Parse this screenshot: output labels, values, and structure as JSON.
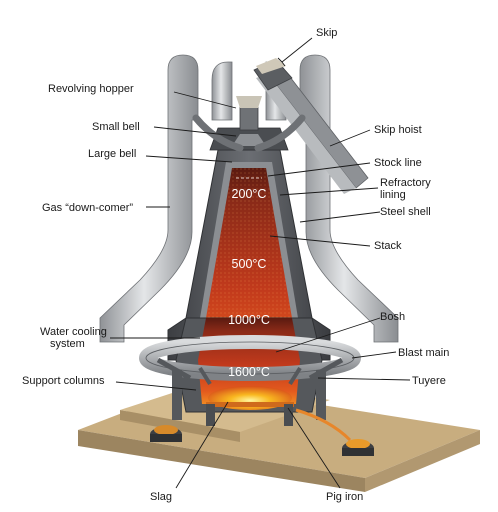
{
  "labels": {
    "skip": "Skip",
    "revolving_hopper": "Revolving hopper",
    "small_bell": "Small bell",
    "skip_hoist": "Skip hoist",
    "large_bell": "Large bell",
    "stock_line": "Stock line",
    "refractory_lining_1": "Refractory",
    "refractory_lining_2": "lining",
    "gas_down_comer": "Gas “down-comer”",
    "steel_shell": "Steel shell",
    "stack": "Stack",
    "bosh": "Bosh",
    "water_cooling_1": "Water cooling",
    "water_cooling_2": "system",
    "blast_main": "Blast main",
    "support_columns": "Support columns",
    "tuyere": "Tuyere",
    "slag": "Slag",
    "pig_iron": "Pig iron"
  },
  "temperatures": {
    "t200": "200°C",
    "t500": "500°C",
    "t1000": "1000°C",
    "t1600": "1600°C"
  },
  "colors": {
    "hot_core": "#f6a21a",
    "furnace_red": "#b5341c",
    "shell": "#5d6064",
    "pipe": "#a9acb0",
    "ground": "#c8ad7f"
  }
}
